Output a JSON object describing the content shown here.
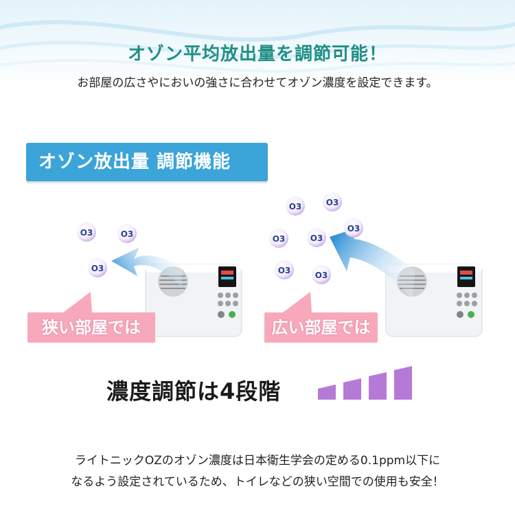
{
  "header": {
    "title": "オゾン平均放出量を調節可能！",
    "subtitle": "お部屋の広さやにおいの強さに合わせてオゾン濃度を設定できます。"
  },
  "banner": {
    "label": "オゾン放出量 調節機能"
  },
  "scene": {
    "ozone_label": "O3",
    "small_room": {
      "label": "狭い部屋では"
    },
    "large_room": {
      "label": "広い部屋では"
    }
  },
  "concentration": {
    "label": "濃度調節は4段階",
    "levels": 4
  },
  "footer": {
    "line1": "ライトニックOZのオゾン濃度は日本衛生学会の定める0.1ppm以下に",
    "line2": "なるよう設定されているため、トイレなどの狭い空間での使用も安全！"
  },
  "colors": {
    "title": "#1f8f86",
    "banner": "#3ba4d9",
    "pink": "#f7a9bb",
    "steps": "#b57ad6"
  }
}
